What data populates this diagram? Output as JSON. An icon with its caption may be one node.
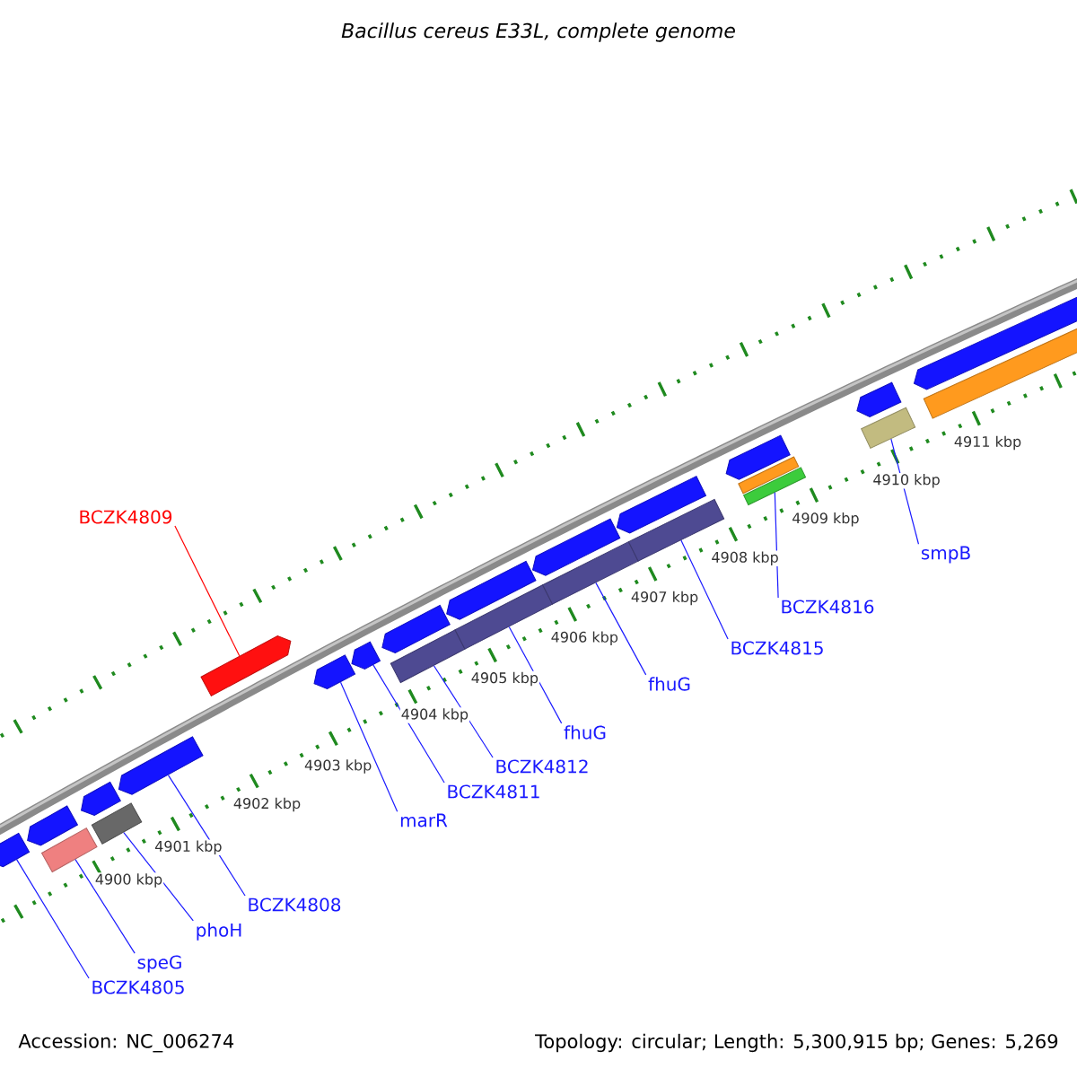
{
  "diagram": {
    "title": "Bacillus cereus E33L, complete genome",
    "nodes": [
      {
        "text": [
          "BCZK4809"
        ]
      },
      {
        "text": [
          "BCZK4805"
        ]
      },
      {
        "text": [
          "speG"
        ]
      },
      {
        "text": [
          "phoH"
        ]
      },
      {
        "text": [
          "BCZK4808"
        ]
      },
      {
        "text": [
          "marR"
        ]
      },
      {
        "text": [
          "BCZK4811"
        ]
      },
      {
        "text": [
          "BCZK4812"
        ]
      },
      {
        "text": [
          "fhuG"
        ]
      },
      {
        "text": [
          "fhuG"
        ]
      },
      {
        "text": [
          "BCZK4815"
        ]
      },
      {
        "text": [
          "BCZK4816"
        ]
      },
      {
        "text": [
          "smpB"
        ]
      },
      {
        "text": [],
        "shape": "pentagon"
      },
      {
        "text": [],
        "shape": "pentagon"
      },
      {
        "text": [],
        "shape": "bar"
      },
      {
        "text": [],
        "shape": "bar"
      },
      {
        "text": [],
        "shape": "pentagon"
      },
      {
        "text": [],
        "shape": "pentagon"
      },
      {
        "text": [],
        "shape": "pentagon"
      },
      {
        "text": [],
        "shape": "bar"
      },
      {
        "text": [],
        "shape": "bar"
      },
      {
        "text": [],
        "shape": "bar"
      },
      {
        "text": [],
        "shape": "bar"
      },
      {
        "text": [],
        "shape": "bar"
      },
      {
        "text": [],
        "shape": "bar"
      },
      {
        "text": [],
        "shape": "pentagon"
      },
      {
        "text": [],
        "shape": "pentagon"
      },
      {
        "text": [],
        "shape": "pentagon"
      },
      {
        "text": [],
        "shape": "pentagon"
      },
      {
        "text": [],
        "shape": "pentagon"
      },
      {
        "text": [],
        "shape": "pentagon"
      },
      {
        "text": [],
        "shape": "pentagon"
      },
      {
        "text": [],
        "shape": "pentagon"
      },
      {
        "text": [],
        "shape": "pentagon"
      },
      {
        "text": [],
        "shape": "bar"
      },
      {
        "text": [],
        "shape": "bar"
      }
    ],
    "edges": [
      {
        "from": 0,
        "to": 13,
        "arrow": "none",
        "color": "#ff0000"
      },
      {
        "from": 1,
        "to": 14,
        "arrow": "none"
      },
      {
        "from": 2,
        "to": 15,
        "arrow": "none"
      },
      {
        "from": 3,
        "to": 16,
        "arrow": "none"
      },
      {
        "from": 4,
        "to": 17,
        "arrow": "none"
      },
      {
        "from": 5,
        "to": 18,
        "arrow": "none"
      },
      {
        "from": 6,
        "to": 19,
        "arrow": "none"
      },
      {
        "from": 7,
        "to": 20,
        "arrow": "none"
      },
      {
        "from": 8,
        "to": 21,
        "arrow": "none"
      },
      {
        "from": 9,
        "to": 22,
        "arrow": "none"
      },
      {
        "from": 10,
        "to": 23,
        "arrow": "none"
      },
      {
        "from": 11,
        "to": 24,
        "arrow": "none"
      },
      {
        "from": 12,
        "to": 25,
        "arrow": "none"
      }
    ],
    "labels": [
      "4900 kbp",
      "4901 kbp",
      "4902 kbp",
      "4903 kbp",
      "4904 kbp",
      "4905 kbp",
      "4906 kbp",
      "4907 kbp",
      "4908 kbp",
      "4909 kbp",
      "4910 kbp",
      "4911 kbp",
      "Accession: NC_006274",
      "Topology: circular; Length: 5,300,915 bp; Genes: 5,269"
    ]
  }
}
